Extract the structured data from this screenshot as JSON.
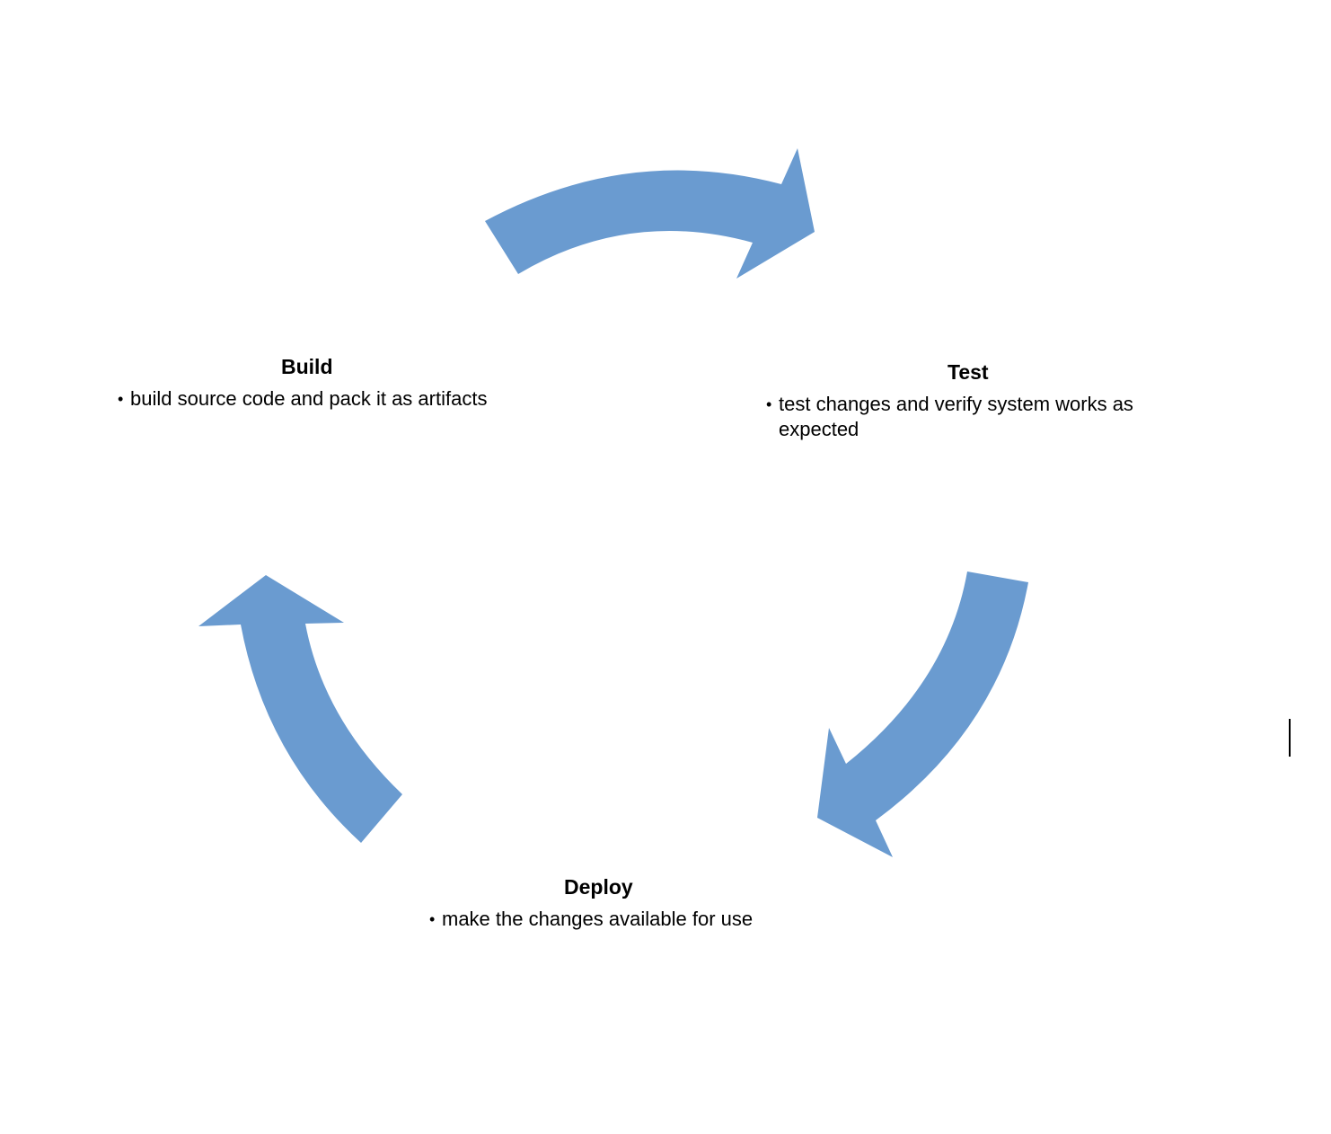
{
  "diagram": {
    "arrow_color": "#6a9bd0",
    "stages": {
      "build": {
        "title": "Build",
        "bullets": [
          "build source code and pack it as artifacts"
        ]
      },
      "test": {
        "title": "Test",
        "bullets": [
          "test changes and verify system works as expected"
        ]
      },
      "deploy": {
        "title": "Deploy",
        "bullets": [
          "make the changes available for use"
        ]
      }
    },
    "bullet_glyph": "•"
  }
}
